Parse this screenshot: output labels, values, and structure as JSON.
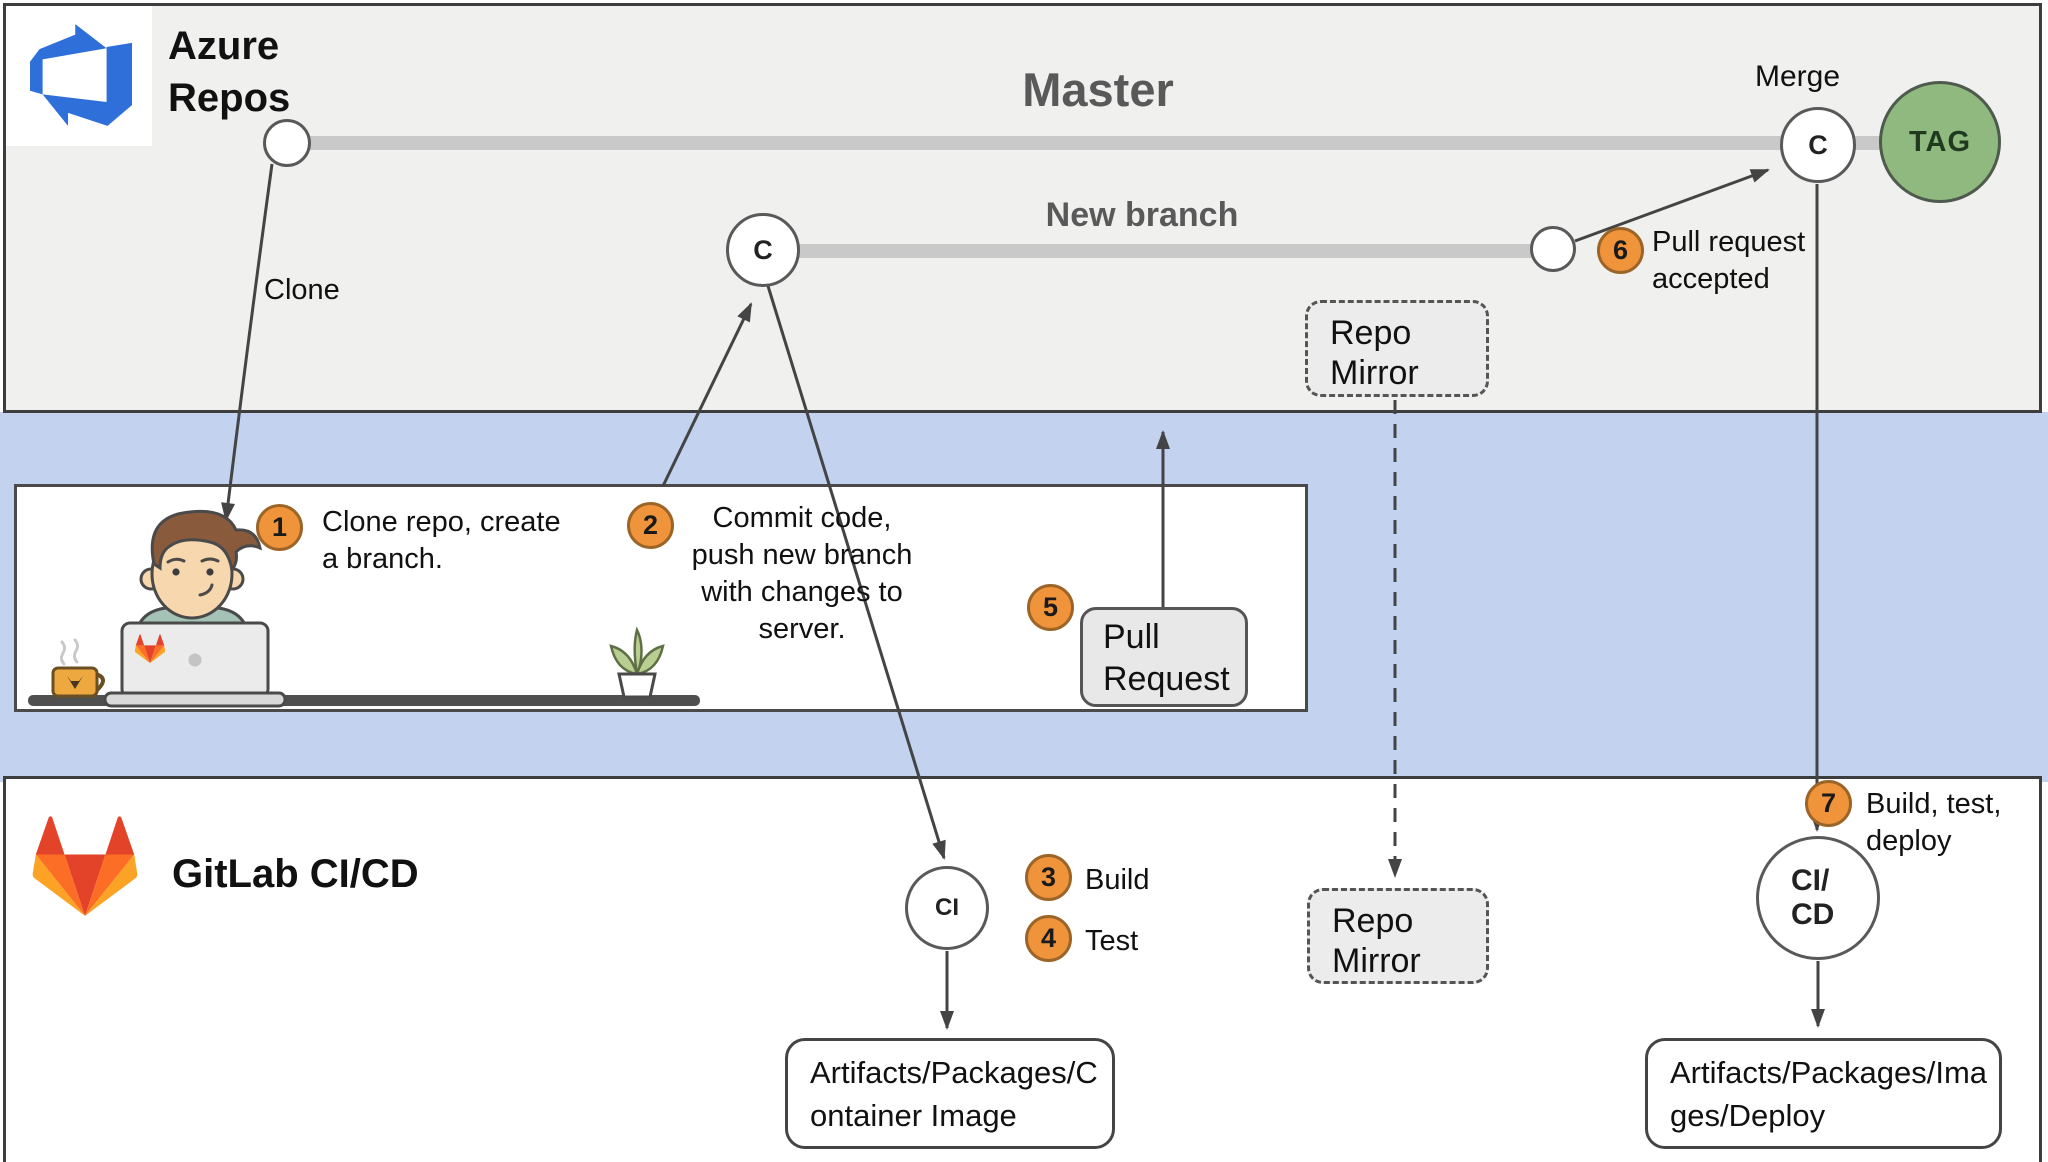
{
  "sections": {
    "azure": {
      "title": "Azure Repos",
      "logo": "azure-repos-logo"
    },
    "gitlab": {
      "title": "GitLab CI/CD",
      "logo": "gitlab-logo"
    }
  },
  "branches": {
    "master_label": "Master",
    "new_branch_label": "New branch",
    "merge_label": "Merge",
    "clone_label": "Clone",
    "tag_label": "TAG",
    "commit_letter": "C",
    "merge_commit_letter": "C",
    "ci_node_label": "CI",
    "cicd_node_label": "CI/CD"
  },
  "steps": [
    {
      "num": "1",
      "text": "Clone repo, create a branch."
    },
    {
      "num": "2",
      "text": "Commit code, push new branch with changes to server."
    },
    {
      "num": "3",
      "text": "Build"
    },
    {
      "num": "4",
      "text": "Test"
    },
    {
      "num": "5",
      "text": ""
    },
    {
      "num": "6",
      "text": "Pull request accepted"
    },
    {
      "num": "7",
      "text": "Build, test, deploy"
    }
  ],
  "boxes": {
    "repo_mirror_top": "Repo Mirror",
    "repo_mirror_bottom": "Repo Mirror",
    "pull_request": "Pull Request",
    "artifacts_left": "Artifacts/Packages/Container Image",
    "artifacts_right": "Artifacts/Packages/Images/Deploy"
  },
  "colors": {
    "azure_section_bg": "#f0f0ef",
    "middle_band_bg": "#c2d2ef",
    "gitlab_section_bg": "#ffffff",
    "branch_line": "#c9c9c9",
    "step_badge": "#f0943c",
    "tag_fill": "#8fb97e",
    "azure_blue": "#2e6fd9",
    "gitlab_orange": "#fc6d26",
    "arrow": "#444444"
  }
}
